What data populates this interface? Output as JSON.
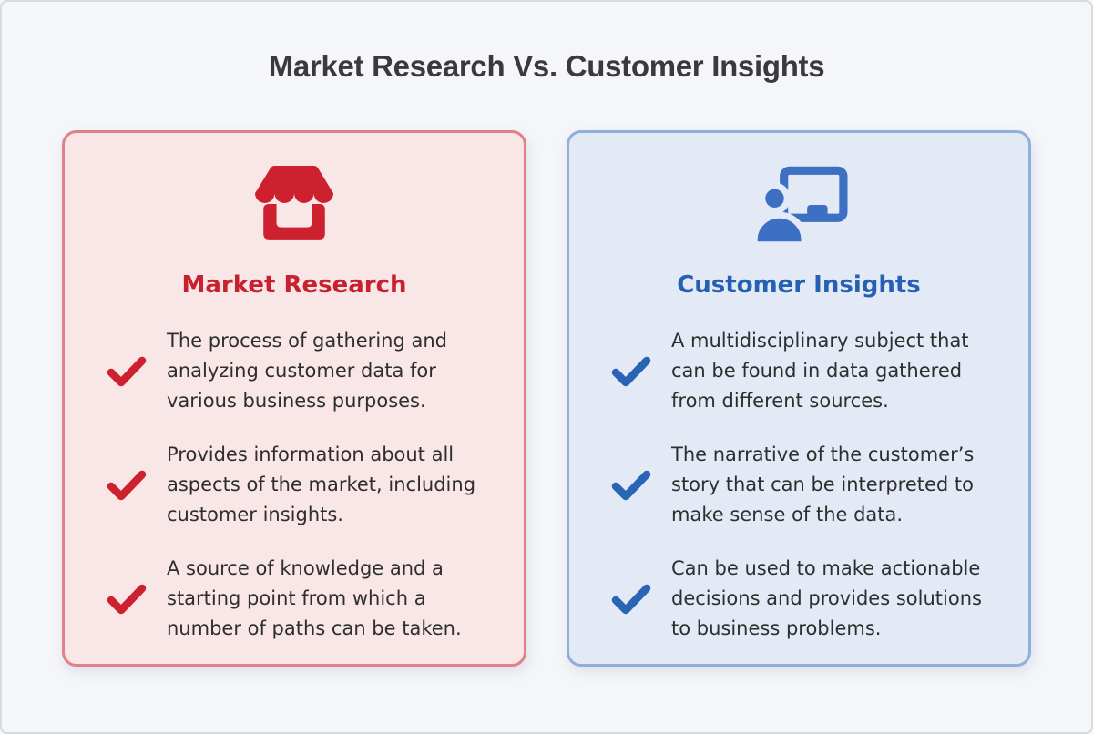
{
  "page": {
    "title": "Market Research Vs. Customer Insights"
  },
  "colors": {
    "page_background": "#f5f6fa",
    "page_border": "#d7dade",
    "heading_text": "#3a3a3a",
    "body_text": "#2e2e2e",
    "red_accent": "#c8202f",
    "red_icon": "#ce2130",
    "red_card_background": "#f9e6e7",
    "red_card_border": "#df8288",
    "blue_accent": "#2560b4",
    "blue_icon": "#3d6fc2",
    "blue_card_background": "#e3eaf6",
    "blue_card_border": "#8fafdb"
  },
  "cards": [
    {
      "title": "Market Research",
      "icon": "storefront-icon",
      "bullets": [
        "The process of gathering and analyzing customer data for various business purposes.",
        "Provides information about all aspects of the market, including customer insights.",
        "A source of knowledge and a starting point from which a number of paths can be taken."
      ]
    },
    {
      "title": "Customer Insights",
      "icon": "presenter-board-icon",
      "bullets": [
        "A multidisciplinary subject that can be found in data gathered from different sources.",
        "The narrative of the customer’s story that can be interpreted to make sense of the data.",
        "Can be used to make actionable decisions and provides solutions to business problems."
      ]
    }
  ]
}
